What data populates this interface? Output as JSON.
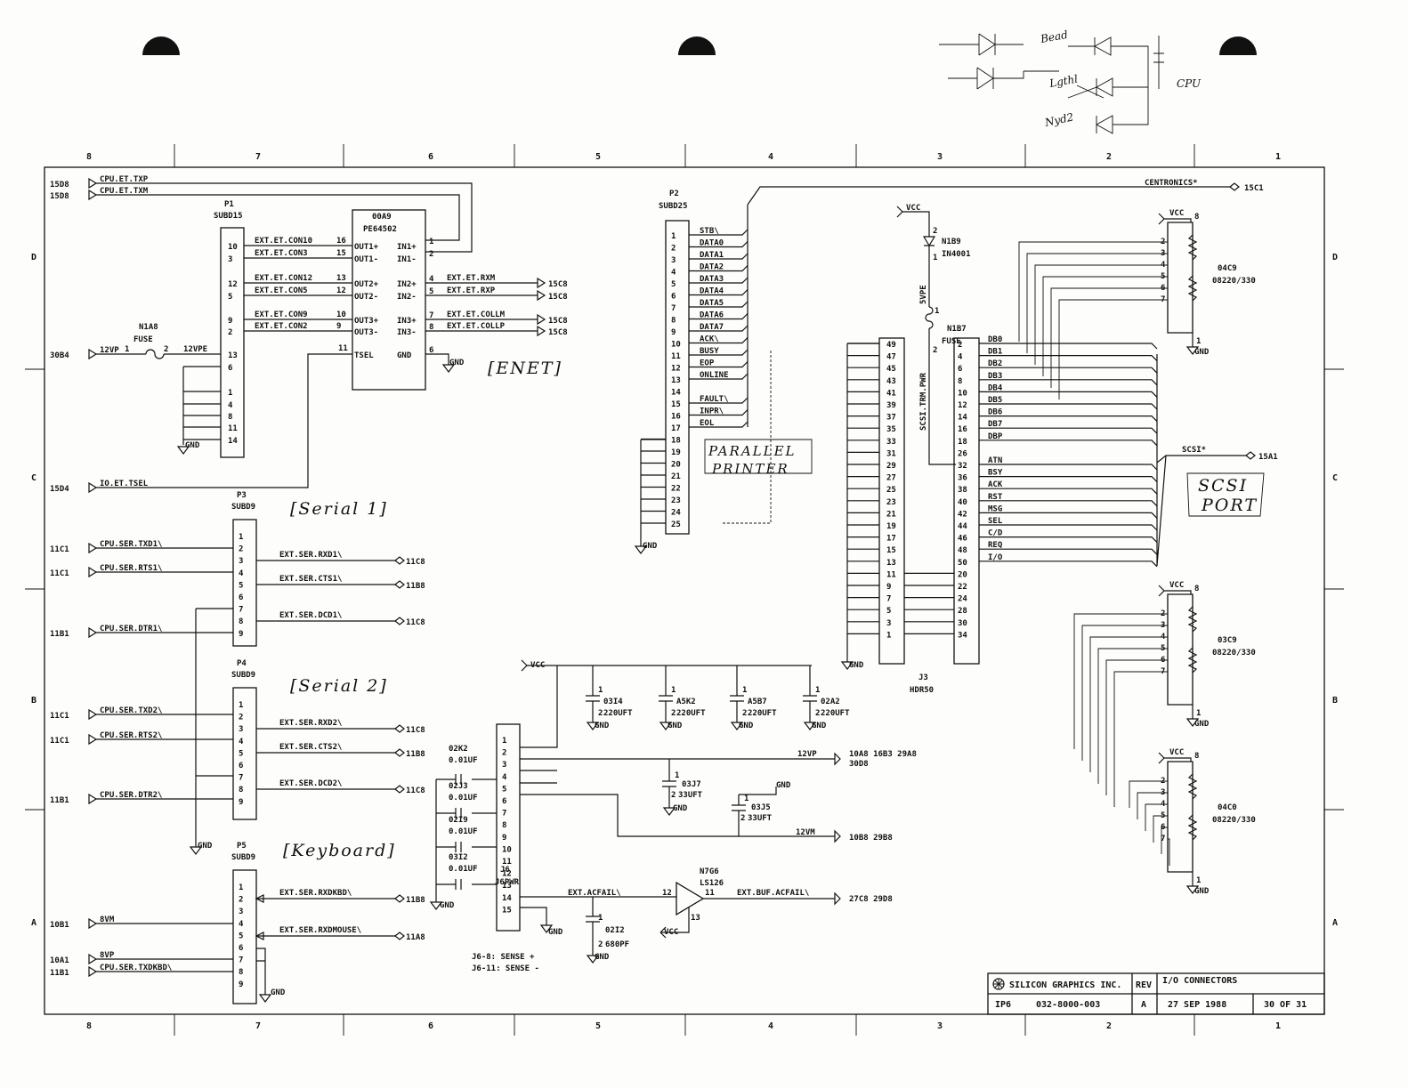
{
  "grid": {
    "cols": [
      "8",
      "7",
      "6",
      "5",
      "4",
      "3",
      "2",
      "1"
    ],
    "rows": [
      "D",
      "C",
      "B",
      "A"
    ]
  },
  "handwritten": {
    "enet": "[ENET]",
    "parallel_1": "PARALLEL",
    "parallel_2": "PRINTER",
    "serial1": "[Serial 1]",
    "serial2": "[Serial 2]",
    "keyboard": "[Keyboard]",
    "scsi_1": "SCSI",
    "scsi_2": "PORT",
    "top_n1": "Bead",
    "top_n2": "Lgthl",
    "top_n3": "Nyd2",
    "top_cpu": "CPU"
  },
  "left_ports": [
    {
      "ref": "15D8",
      "sig": "CPU.ET.TXP"
    },
    {
      "ref": "15D8",
      "sig": "CPU.ET.TXM"
    },
    {
      "ref": "30B4",
      "sig": "12VP"
    },
    {
      "ref": "15D4",
      "sig": "IO.ET.TSEL"
    },
    {
      "ref": "11C1",
      "sig": "CPU.SER.TXD1\\"
    },
    {
      "ref": "11C1",
      "sig": "CPU.SER.RTS1\\"
    },
    {
      "ref": "11B1",
      "sig": "CPU.SER.DTR1\\"
    },
    {
      "ref": "11C1",
      "sig": "CPU.SER.TXD2\\"
    },
    {
      "ref": "11C1",
      "sig": "CPU.SER.RTS2\\"
    },
    {
      "ref": "11B1",
      "sig": "CPU.SER.DTR2\\"
    },
    {
      "ref": "10B1",
      "sig": "8VM"
    },
    {
      "ref": "10A1",
      "sig": "8VP"
    },
    {
      "ref": "11B1",
      "sig": "CPU.SER.TXDKBD\\"
    }
  ],
  "fuse_n1a8": {
    "ref": "N1A8",
    "type": "FUSE",
    "pin1": "1",
    "pin2": "2",
    "out": "12VPE"
  },
  "p1": {
    "ref": "P1",
    "type": "SUBD15",
    "pins": [
      {
        "n": "10",
        "sig": "EXT.ET.CON10",
        "u": "16"
      },
      {
        "n": "3",
        "sig": "EXT.ET.CON3",
        "u": "15"
      },
      {
        "n": "12",
        "sig": "EXT.ET.CON12",
        "u": "13"
      },
      {
        "n": "5",
        "sig": "EXT.ET.CON5",
        "u": "12"
      },
      {
        "n": "9",
        "sig": "EXT.ET.CON9",
        "u": "10"
      },
      {
        "n": "2",
        "sig": "EXT.ET.CON2",
        "u": "9"
      }
    ],
    "lower": [
      "13",
      "6",
      "1",
      "4",
      "8",
      "11",
      "14"
    ]
  },
  "u00a9": {
    "ref": "00A9",
    "type": "PE64502",
    "left": [
      "OUT1+",
      "OUT1-",
      "OUT2+",
      "OUT2-",
      "OUT3+",
      "OUT3-",
      "TSEL"
    ],
    "right": [
      "IN1+",
      "IN1-",
      "IN2+",
      "IN2-",
      "IN3+",
      "IN3-",
      "GND"
    ],
    "rpins": [
      "1",
      "2",
      "4",
      "5",
      "7",
      "8",
      "6"
    ],
    "tsel_pin": "11"
  },
  "enet_out": [
    {
      "sig": "EXT.ET.RXM",
      "ref": "15C8"
    },
    {
      "sig": "EXT.ET.RXP",
      "ref": "15C8"
    },
    {
      "sig": "EXT.ET.COLLM",
      "ref": "15C8"
    },
    {
      "sig": "EXT.ET.COLLP",
      "ref": "15C8"
    }
  ],
  "gnd": "GND",
  "vcc": "VCC",
  "p3": {
    "ref": "P3",
    "type": "SUBD9",
    "pins": [
      "1",
      "2",
      "3",
      "4",
      "5",
      "6",
      "7",
      "8",
      "9"
    ],
    "out": [
      {
        "sig": "EXT.SER.RXD1\\",
        "ref": "11C8"
      },
      {
        "sig": "EXT.SER.CTS1\\",
        "ref": "11B8"
      },
      {
        "sig": "EXT.SER.DCD1\\",
        "ref": "11C8"
      }
    ]
  },
  "p4": {
    "ref": "P4",
    "type": "SUBD9",
    "pins": [
      "1",
      "2",
      "3",
      "4",
      "5",
      "6",
      "7",
      "8",
      "9"
    ],
    "out": [
      {
        "sig": "EXT.SER.RXD2\\",
        "ref": "11C8"
      },
      {
        "sig": "EXT.SER.CTS2\\",
        "ref": "11B8"
      },
      {
        "sig": "EXT.SER.DCD2\\",
        "ref": "11C8"
      }
    ]
  },
  "p5": {
    "ref": "P5",
    "type": "SUBD9",
    "pins": [
      "1",
      "2",
      "3",
      "4",
      "5",
      "6",
      "7",
      "8",
      "9"
    ],
    "out": [
      {
        "sig": "EXT.SER.RXDKBD\\",
        "ref": "11B8"
      },
      {
        "sig": "EXT.SER.RXDMOUSE\\",
        "ref": "11A8"
      }
    ]
  },
  "p2": {
    "ref": "P2",
    "type": "SUBD25",
    "pins": [
      "1",
      "2",
      "3",
      "4",
      "5",
      "6",
      "7",
      "8",
      "9",
      "10",
      "11",
      "12",
      "13",
      "14",
      "15",
      "16",
      "17",
      "18",
      "19",
      "20",
      "21",
      "22",
      "23",
      "24",
      "25"
    ],
    "sigs": [
      "STB\\",
      "DATA0",
      "DATA1",
      "DATA2",
      "DATA3",
      "DATA4",
      "DATA5",
      "DATA6",
      "DATA7",
      "ACK\\",
      "BUSY",
      "EOP",
      "ONLINE",
      "",
      "FAULT\\",
      "INPR\\",
      "EOL"
    ]
  },
  "centronics": {
    "sig": "CENTRONICS*",
    "ref": "15C1"
  },
  "j6": {
    "ref": "J6",
    "type": "J6PWR",
    "pins": [
      "1",
      "2",
      "3",
      "4",
      "5",
      "6",
      "7",
      "8",
      "9",
      "10",
      "11",
      "12",
      "13",
      "14",
      "15"
    ],
    "note1": "J6-8: SENSE +",
    "note2": "J6-11: SENSE -"
  },
  "caps_j6": [
    {
      "ref": "02K2",
      "val": "0.01UF"
    },
    {
      "ref": "02J3",
      "val": "0.01UF"
    },
    {
      "ref": "02I9",
      "val": "0.01UF"
    },
    {
      "ref": "03I2",
      "val": "0.01UF"
    }
  ],
  "bulk_caps": [
    {
      "ref": "03I4",
      "val": "220UFT"
    },
    {
      "ref": "A5K2",
      "val": "220UFT"
    },
    {
      "ref": "A5B7",
      "val": "220UFT"
    },
    {
      "ref": "02A2",
      "val": "220UFT"
    }
  ],
  "caps_33": [
    {
      "ref": "03J7",
      "val": "33UFT"
    },
    {
      "ref": "03J5",
      "val": "33UFT"
    }
  ],
  "cap_680": {
    "ref": "02I2",
    "val": "680PF"
  },
  "rail_12vp": {
    "sig": "12VP",
    "ref": "10A8 16B3 29A8",
    "ref2": "30D8"
  },
  "rail_12vm": {
    "sig": "12VM",
    "ref": "10B8 29B8"
  },
  "acfail": {
    "in": "EXT.ACFAIL\\",
    "buf": "N7G6",
    "type": "LS126",
    "p_in": "12",
    "p_out": "11",
    "p_en": "13",
    "out": "EXT.BUF.ACFAIL\\",
    "ref": "27C8 29D8"
  },
  "diode": {
    "ref": "N1B9",
    "type": "IN4001",
    "net": "5VPE"
  },
  "fuse_n1b7": {
    "ref": "N1B7",
    "type": "FUSE",
    "net": "SCSI.TRM.PWR"
  },
  "j3": {
    "ref": "J3",
    "type": "HDR50",
    "left": [
      "49",
      "47",
      "45",
      "43",
      "41",
      "39",
      "37",
      "35",
      "33",
      "31",
      "29",
      "27",
      "25",
      "23",
      "21",
      "19",
      "17",
      "15",
      "13",
      "11",
      "9",
      "7",
      "5",
      "3",
      "1"
    ],
    "right": [
      "2",
      "4",
      "6",
      "8",
      "10",
      "12",
      "14",
      "16",
      "18",
      "26",
      "32",
      "36",
      "38",
      "40",
      "42",
      "44",
      "46",
      "48",
      "50",
      "20",
      "22",
      "24",
      "28",
      "30",
      "34"
    ],
    "sigs": [
      "DB0",
      "DB1",
      "DB2",
      "DB3",
      "DB4",
      "DB5",
      "DB6",
      "DB7",
      "DBP",
      "",
      "ATN",
      "BSY",
      "ACK",
      "RST",
      "MSG",
      "SEL",
      "C/D",
      "REQ",
      "I/O"
    ]
  },
  "scsi": {
    "sig": "SCSI*",
    "ref": "15A1"
  },
  "rpacks": [
    {
      "ref": "04C9",
      "type": "08220/330"
    },
    {
      "ref": "03C9",
      "type": "08220/330"
    },
    {
      "ref": "04C0",
      "type": "08220/330"
    }
  ],
  "rpack_pins": [
    "8",
    "2",
    "3",
    "4",
    "5",
    "6",
    "7",
    "1"
  ],
  "title_block": {
    "company": "SILICON GRAPHICS INC.",
    "rev_label": "REV",
    "title": "I/O CONNECTORS",
    "board": "IP6",
    "doc": "032-8000-003",
    "rev": "A",
    "date": "27 SEP 1988",
    "sheet": "30 OF 31"
  }
}
